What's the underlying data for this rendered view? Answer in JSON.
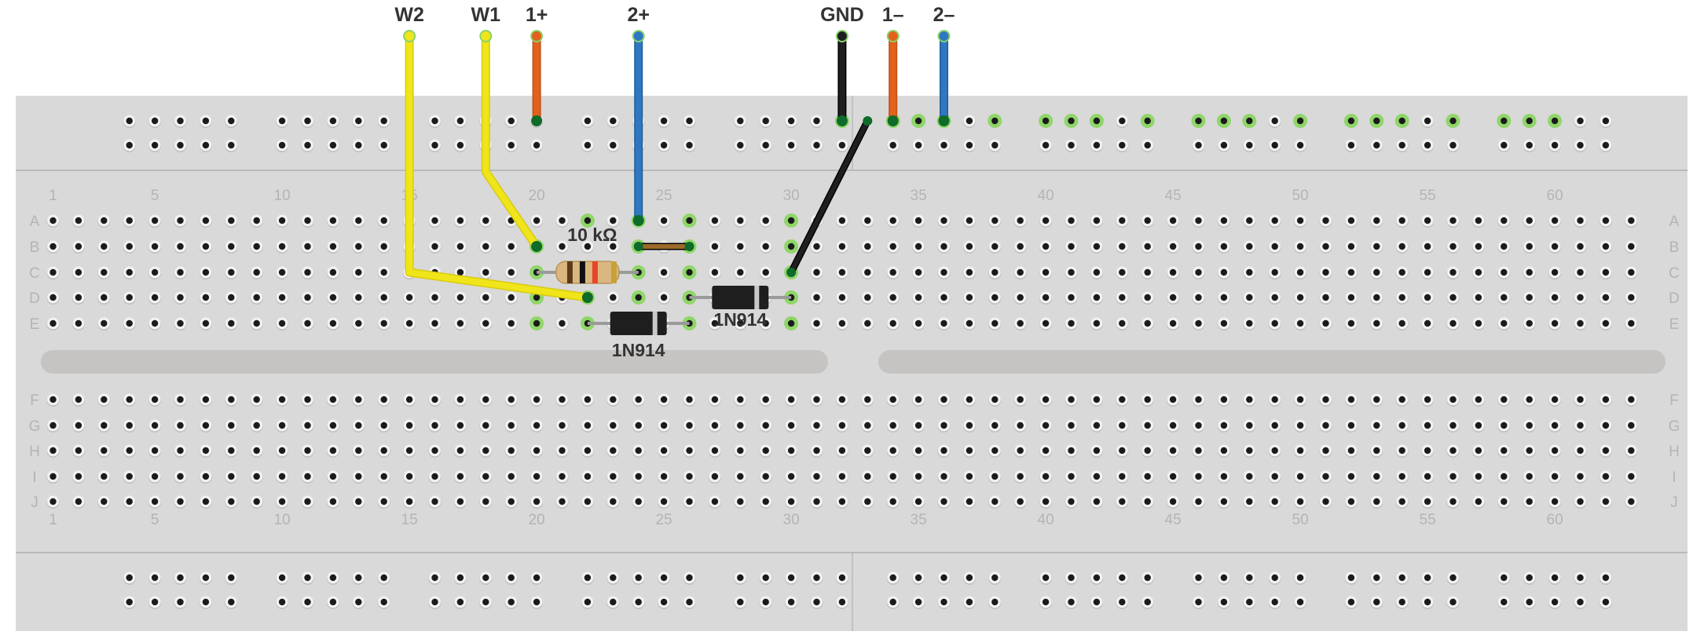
{
  "board": {
    "colors": {
      "body": "#d9d9d9",
      "channel": "#c6c3c3",
      "divider": "#b9b9b9",
      "hole": "#1b1b1b",
      "hole_ring": "#f2f2f2",
      "hole_shadow": "#bdbdbd",
      "active_hole": "#86d55c",
      "label": "#b4b4b4"
    },
    "columns": 63,
    "column_numbers": [
      "1",
      "5",
      "10",
      "15",
      "20",
      "25",
      "30",
      "35",
      "40",
      "45",
      "50",
      "55",
      "60"
    ],
    "rows_top": [
      "A",
      "B",
      "C",
      "D",
      "E"
    ],
    "rows_bottom": [
      "F",
      "G",
      "H",
      "I",
      "J"
    ],
    "active_holes": [
      "A22",
      "A24",
      "A26",
      "A30",
      "B20",
      "B24",
      "B26",
      "B30",
      "C20",
      "C24",
      "C26",
      "C30",
      "D20",
      "D22",
      "D24",
      "D26",
      "D30",
      "E20",
      "E22",
      "E26",
      "E30"
    ],
    "active_rail_holes": [
      "t1:32",
      "t1:33",
      "t1:34",
      "t1:35",
      "t1:36",
      "t1:38",
      "t1:39",
      "t1:40",
      "t1:41",
      "t1:42",
      "t1:44",
      "t1:45",
      "t1:46",
      "t1:47",
      "t1:48",
      "t1:50",
      "t1:51",
      "t1:52",
      "t1:53",
      "t1:54",
      "t1:56",
      "t1:57",
      "t1:58",
      "t1:59",
      "t1:60"
    ]
  },
  "wires": [
    {
      "label": "W2",
      "color": "#f0e51a",
      "outline": "#d8cb10",
      "top_col": 15,
      "path": [
        "top",
        "C15",
        "D22"
      ]
    },
    {
      "label": "W1",
      "color": "#f0e51a",
      "outline": "#d8cb10",
      "top_col": 18,
      "path": [
        "top",
        "knee18",
        "B20"
      ]
    },
    {
      "label": "1+",
      "color": "#e2611d",
      "outline": "#c24f12",
      "top_col": 20,
      "path": [
        "top",
        "rail20"
      ]
    },
    {
      "label": "2+",
      "color": "#2f78c1",
      "outline": "#1f5d9c",
      "top_col": 24,
      "path": [
        "top",
        "A24"
      ]
    },
    {
      "label": "GND",
      "color": "#1f1f1f",
      "outline": "#000000",
      "top_col": 32,
      "path": [
        "top",
        "rail32"
      ]
    },
    {
      "label": "1–",
      "color": "#e2611d",
      "outline": "#c24f12",
      "top_col": 34,
      "path": [
        "top",
        "rail34"
      ]
    },
    {
      "label": "2–",
      "color": "#2f78c1",
      "outline": "#1f5d9c",
      "top_col": 36,
      "path": [
        "top",
        "rail36"
      ]
    }
  ],
  "jumpers": [
    {
      "name": "black-jumper",
      "color": "#1f1f1f",
      "from": "rail33",
      "to": "C30"
    },
    {
      "name": "brown-jumper",
      "color": "#9c6a2a",
      "from": "B24",
      "to": "B26"
    }
  ],
  "resistor": {
    "label": "10 kΩ",
    "from": "C20",
    "to": "C24",
    "bands": [
      "#5b3a1a",
      "#111111",
      "#e8442a",
      "#c9a13a"
    ]
  },
  "diodes": [
    {
      "label": "1N914",
      "from": "E22",
      "to": "E26"
    },
    {
      "label": "1N914",
      "from": "D26",
      "to": "D30"
    }
  ]
}
